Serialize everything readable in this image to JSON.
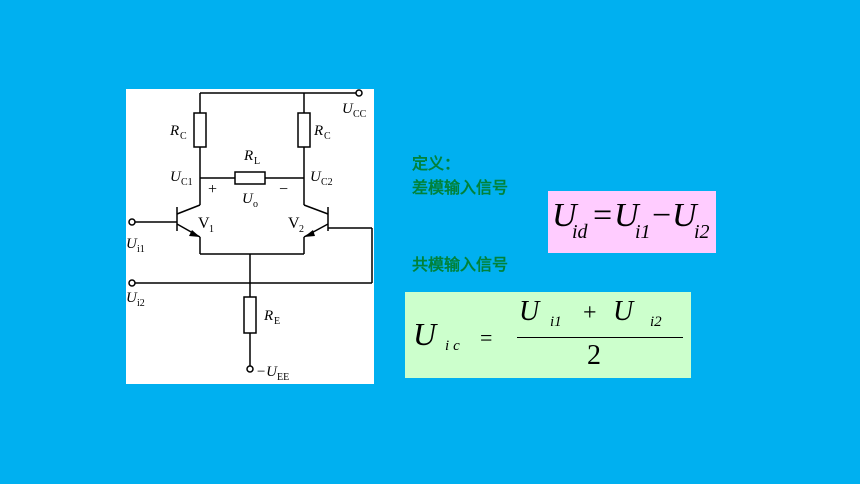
{
  "circuit": {
    "labels": {
      "rc_left": "R",
      "rc_left_sub": "C",
      "rc_right": "R",
      "rc_right_sub": "C",
      "rl": "R",
      "rl_sub": "L",
      "uc1": "U",
      "uc1_sub": "C1",
      "uc2": "U",
      "uc2_sub": "C2",
      "ucc": "U",
      "ucc_sub": "CC",
      "plus": "+",
      "minus": "−",
      "uo": "U",
      "uo_sub": "o",
      "v1": "V",
      "v1_sub": "1",
      "v2": "V",
      "v2_sub": "2",
      "ui1": "U",
      "ui1_sub": "i1",
      "ui2": "U",
      "ui2_sub": "i2",
      "re": "R",
      "re_sub": "E",
      "uee": "−U",
      "uee_sub": "EE"
    }
  },
  "text": {
    "definition": "定义：",
    "diff_mode_input": "差模输入信号",
    "common_mode_input": "共模输入信号"
  },
  "formulas": {
    "diff": {
      "lhs": "U",
      "lhs_sub": "id",
      "eq": "=",
      "t1": "U",
      "t1_sub": "i1",
      "op": "−",
      "t2": "U",
      "t2_sub": "i2"
    },
    "common": {
      "lhs": "U",
      "lhs_sub": "ic",
      "eq": "=",
      "num_t1": "U",
      "num_t1_sub": "i1",
      "num_op": "+",
      "num_t2": "U",
      "num_t2_sub": "i2",
      "den": "2"
    }
  },
  "colors": {
    "background": "#00b0f0",
    "chinese_text": "#00823b",
    "diff_box": "#ffccff",
    "common_box": "#ccffcc"
  }
}
